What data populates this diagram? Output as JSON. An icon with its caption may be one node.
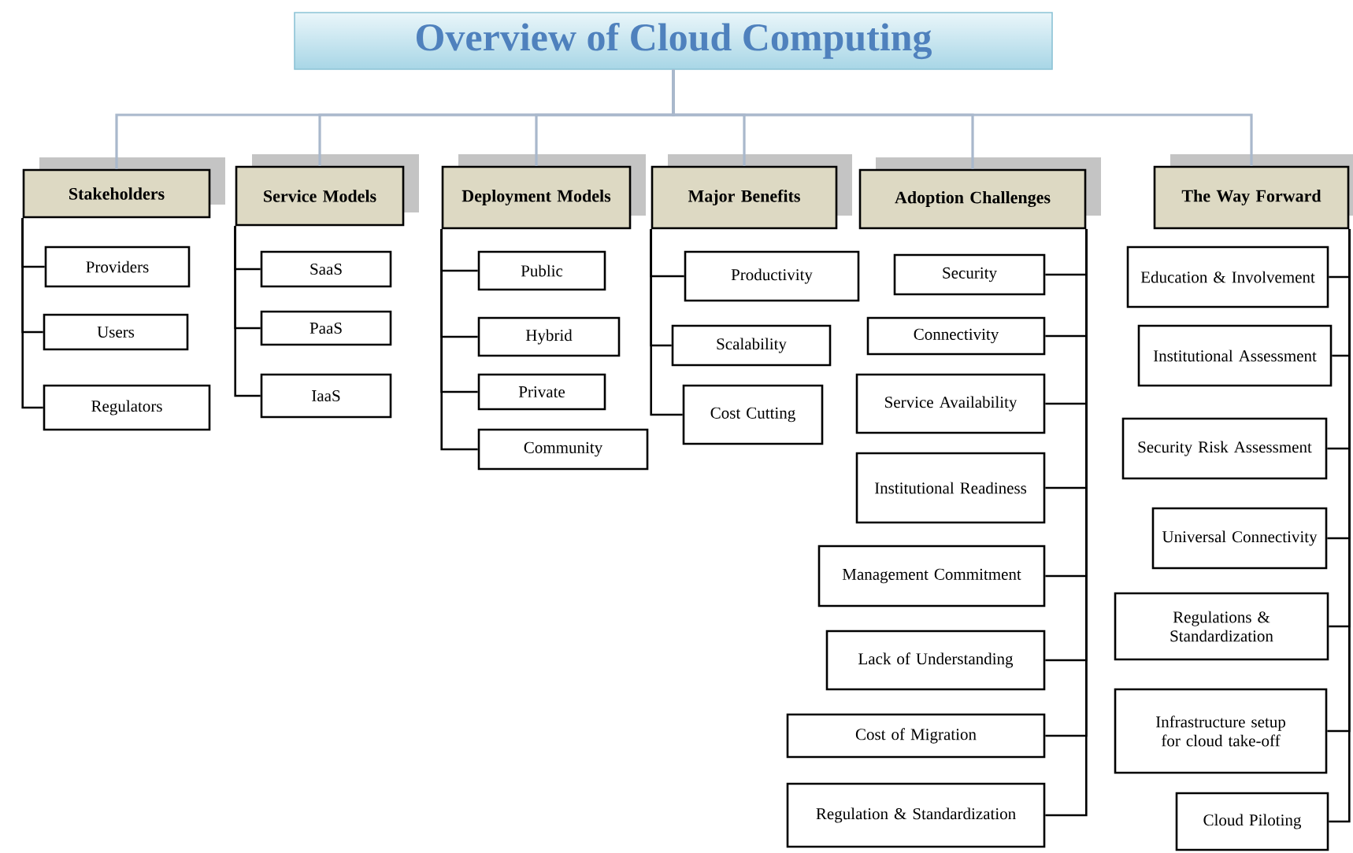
{
  "diagram": {
    "nodes": [
      {
        "text": [
          "Overview of Cloud Computing"
        ]
      },
      {
        "text": [
          "Stakeholders"
        ]
      },
      {
        "text": [
          "Service Models"
        ]
      },
      {
        "text": [
          "Deployment Models"
        ]
      },
      {
        "text": [
          "Major Benefits"
        ]
      },
      {
        "text": [
          "Adoption Challenges"
        ]
      },
      {
        "text": [
          "The Way Forward"
        ]
      },
      {
        "text": [
          "Providers"
        ]
      },
      {
        "text": [
          "Users"
        ]
      },
      {
        "text": [
          "Regulators"
        ]
      },
      {
        "text": [
          "SaaS"
        ]
      },
      {
        "text": [
          "PaaS"
        ]
      },
      {
        "text": [
          "IaaS"
        ]
      },
      {
        "text": [
          "Public"
        ]
      },
      {
        "text": [
          "Hybrid"
        ]
      },
      {
        "text": [
          "Private"
        ]
      },
      {
        "text": [
          "Community"
        ]
      },
      {
        "text": [
          "Productivity"
        ]
      },
      {
        "text": [
          "Scalability"
        ]
      },
      {
        "text": [
          "Cost Cutting"
        ]
      },
      {
        "text": [
          "Security"
        ]
      },
      {
        "text": [
          "Connectivity"
        ]
      },
      {
        "text": [
          "Service Availability"
        ]
      },
      {
        "text": [
          "Institutional Readiness"
        ]
      },
      {
        "text": [
          "Management Commitment"
        ]
      },
      {
        "text": [
          "Lack of Understanding"
        ]
      },
      {
        "text": [
          "Cost of Migration"
        ]
      },
      {
        "text": [
          "Regulation & Standardization"
        ]
      },
      {
        "text": [
          "Education & Involvement"
        ]
      },
      {
        "text": [
          "Institutional Assessment"
        ]
      },
      {
        "text": [
          "Security Risk Assessment"
        ]
      },
      {
        "text": [
          "Universal Connectivity"
        ]
      },
      {
        "text": [
          "Regulations & Standardization"
        ]
      },
      {
        "text": [
          "Infrastructure setup for cloud take-off"
        ]
      },
      {
        "text": [
          "Cloud Piloting"
        ]
      }
    ],
    "edges": [
      {
        "from": 0,
        "to": 1,
        "arrow": "none",
        "color": "#a9b8cc"
      },
      {
        "from": 0,
        "to": 2,
        "arrow": "none",
        "color": "#a9b8cc"
      },
      {
        "from": 0,
        "to": 3,
        "arrow": "none",
        "color": "#a9b8cc"
      },
      {
        "from": 0,
        "to": 4,
        "arrow": "none",
        "color": "#a9b8cc"
      },
      {
        "from": 0,
        "to": 5,
        "arrow": "none",
        "color": "#a9b8cc"
      },
      {
        "from": 0,
        "to": 6,
        "arrow": "none",
        "color": "#a9b8cc"
      },
      {
        "from": 1,
        "to": 7,
        "arrow": "none"
      },
      {
        "from": 1,
        "to": 8,
        "arrow": "none"
      },
      {
        "from": 1,
        "to": 9,
        "arrow": "none"
      },
      {
        "from": 2,
        "to": 10,
        "arrow": "none"
      },
      {
        "from": 2,
        "to": 11,
        "arrow": "none"
      },
      {
        "from": 2,
        "to": 12,
        "arrow": "none"
      },
      {
        "from": 3,
        "to": 13,
        "arrow": "none"
      },
      {
        "from": 3,
        "to": 14,
        "arrow": "none"
      },
      {
        "from": 3,
        "to": 15,
        "arrow": "none"
      },
      {
        "from": 3,
        "to": 16,
        "arrow": "none"
      },
      {
        "from": 4,
        "to": 17,
        "arrow": "none"
      },
      {
        "from": 4,
        "to": 18,
        "arrow": "none"
      },
      {
        "from": 4,
        "to": 19,
        "arrow": "none"
      },
      {
        "from": 5,
        "to": 20,
        "arrow": "none"
      },
      {
        "from": 5,
        "to": 21,
        "arrow": "none"
      },
      {
        "from": 5,
        "to": 22,
        "arrow": "none"
      },
      {
        "from": 5,
        "to": 23,
        "arrow": "none"
      },
      {
        "from": 5,
        "to": 24,
        "arrow": "none"
      },
      {
        "from": 5,
        "to": 25,
        "arrow": "none"
      },
      {
        "from": 5,
        "to": 26,
        "arrow": "none"
      },
      {
        "from": 5,
        "to": 27,
        "arrow": "none"
      },
      {
        "from": 6,
        "to": 28,
        "arrow": "none"
      },
      {
        "from": 6,
        "to": 29,
        "arrow": "none"
      },
      {
        "from": 6,
        "to": 30,
        "arrow": "none"
      },
      {
        "from": 6,
        "to": 31,
        "arrow": "none"
      },
      {
        "from": 6,
        "to": 32,
        "arrow": "none"
      },
      {
        "from": 6,
        "to": 33,
        "arrow": "none"
      },
      {
        "from": 6,
        "to": 34,
        "arrow": "none"
      }
    ]
  }
}
